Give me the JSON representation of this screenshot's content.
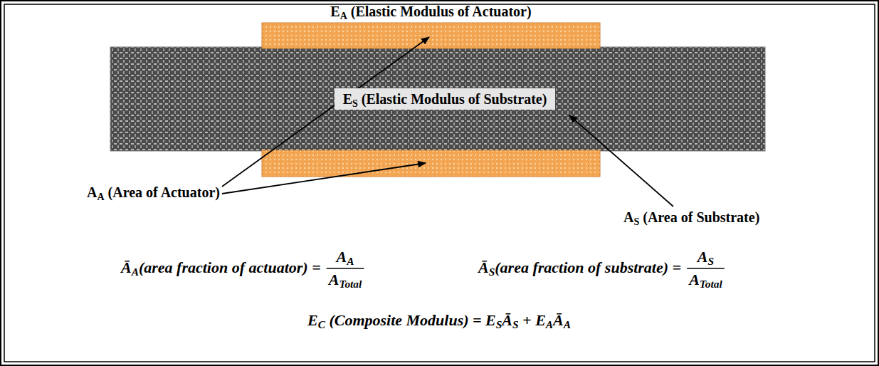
{
  "diagram": {
    "nodes": [
      {
        "text": [
          "EA (Elastic Modulus of Actuator)"
        ]
      },
      {
        "text": [
          "ES (Elastic Modulus of Substrate)"
        ]
      }
    ],
    "labels": [
      "AA (Area of Actuator)",
      "AS (Area of Substrate)",
      "ĀA(area fraction of actuator) =",
      "AA",
      "ATotal",
      "ĀS(area fraction of substrate) =",
      "AS",
      "ATotal",
      "EC (Composite Modulus) = ESĀS + EAĀA"
    ]
  }
}
